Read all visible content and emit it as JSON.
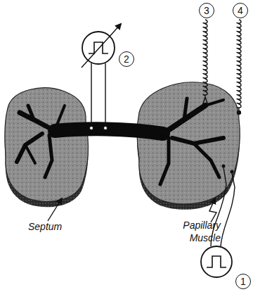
{
  "diagram": {
    "nodes": [
      {
        "text": [
          "3"
        ]
      },
      {
        "text": [
          "4"
        ]
      },
      {
        "text": [
          "2"
        ]
      },
      {
        "text": [
          "1"
        ]
      }
    ],
    "labels": [
      "Septum",
      "Papillary Muscle"
    ]
  }
}
